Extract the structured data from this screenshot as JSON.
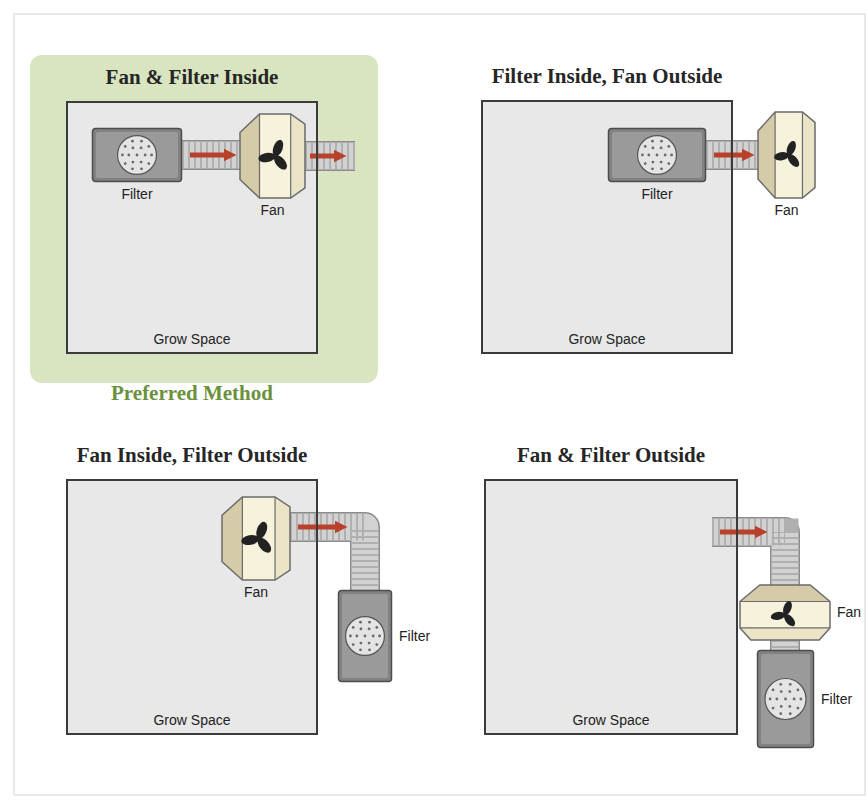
{
  "diagram": {
    "nodes": [
      {
        "text": [
          "Fan & Filter Inside",
          "Grow Space"
        ]
      },
      {
        "text": [
          "Filter"
        ],
        "in": 0
      },
      {
        "text": [
          "Fan"
        ],
        "in": 0
      },
      {
        "text": [
          "Filter Inside, Fan Outside",
          "Grow Space"
        ]
      },
      {
        "text": [
          "Filter"
        ],
        "in": 3
      },
      {
        "text": [
          "Fan"
        ]
      },
      {
        "text": [
          "Fan Inside, Filter Outside",
          "Grow Space"
        ]
      },
      {
        "text": [
          "Fan"
        ],
        "in": 6
      },
      {
        "text": [
          "Filter"
        ]
      },
      {
        "text": [
          "Fan & Filter Outside",
          "Grow Space"
        ]
      },
      {
        "text": [
          "Fan"
        ]
      },
      {
        "text": [
          "Filter"
        ]
      }
    ],
    "edges": [
      {
        "from": 1,
        "to": 2,
        "arrow": "to"
      },
      {
        "from": 4,
        "to": 5,
        "arrow": "to"
      },
      {
        "from": 7,
        "to": 8,
        "arrow": "to"
      },
      {
        "from": 9,
        "to": 10,
        "arrow": "to"
      },
      {
        "from": 10,
        "to": 11,
        "arrow": "none"
      }
    ],
    "labels": [
      "Preferred Method"
    ]
  }
}
